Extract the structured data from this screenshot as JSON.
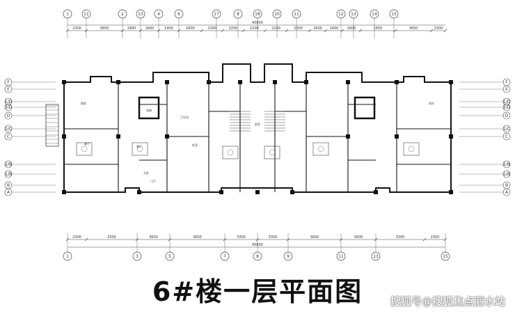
{
  "title": "6#楼一层平面图",
  "watermark": "搜狐号@搜狐焦点丽水站",
  "colors": {
    "line": "#444444",
    "wall": "#111111",
    "background": "#ffffff"
  },
  "axes_top": [
    "1",
    "11",
    "2",
    "13",
    "4",
    "6",
    "17",
    "8",
    "18",
    "10",
    "11",
    "12",
    "13",
    "14",
    "15"
  ],
  "axes_bottom": [
    "1",
    "3",
    "5",
    "7",
    "8",
    "9",
    "11",
    "13",
    "15"
  ],
  "axes_side": [
    "F",
    "E",
    "1/D",
    "3/D",
    "D",
    "1/C",
    "C",
    "2/B",
    "1/B",
    "B",
    "A"
  ],
  "dims_top": [
    "2300",
    "3650",
    "1900",
    "1600",
    "1400",
    "2600",
    "2300",
    "2200",
    "2100",
    "2200",
    "2300",
    "2600",
    "1400",
    "1600",
    "1650",
    "3650",
    "2300"
  ],
  "dims_bottom": [
    "2300",
    "3300",
    "3600",
    "3600",
    "3300",
    "3300",
    "3600",
    "3600",
    "3300",
    "2300"
  ],
  "overall_dim": "40800",
  "rooms": [
    "厨房",
    "客厅",
    "餐厅",
    "主卧",
    "卧室",
    "卫生间",
    "门厅",
    "前室",
    "电梯",
    "阳台"
  ]
}
